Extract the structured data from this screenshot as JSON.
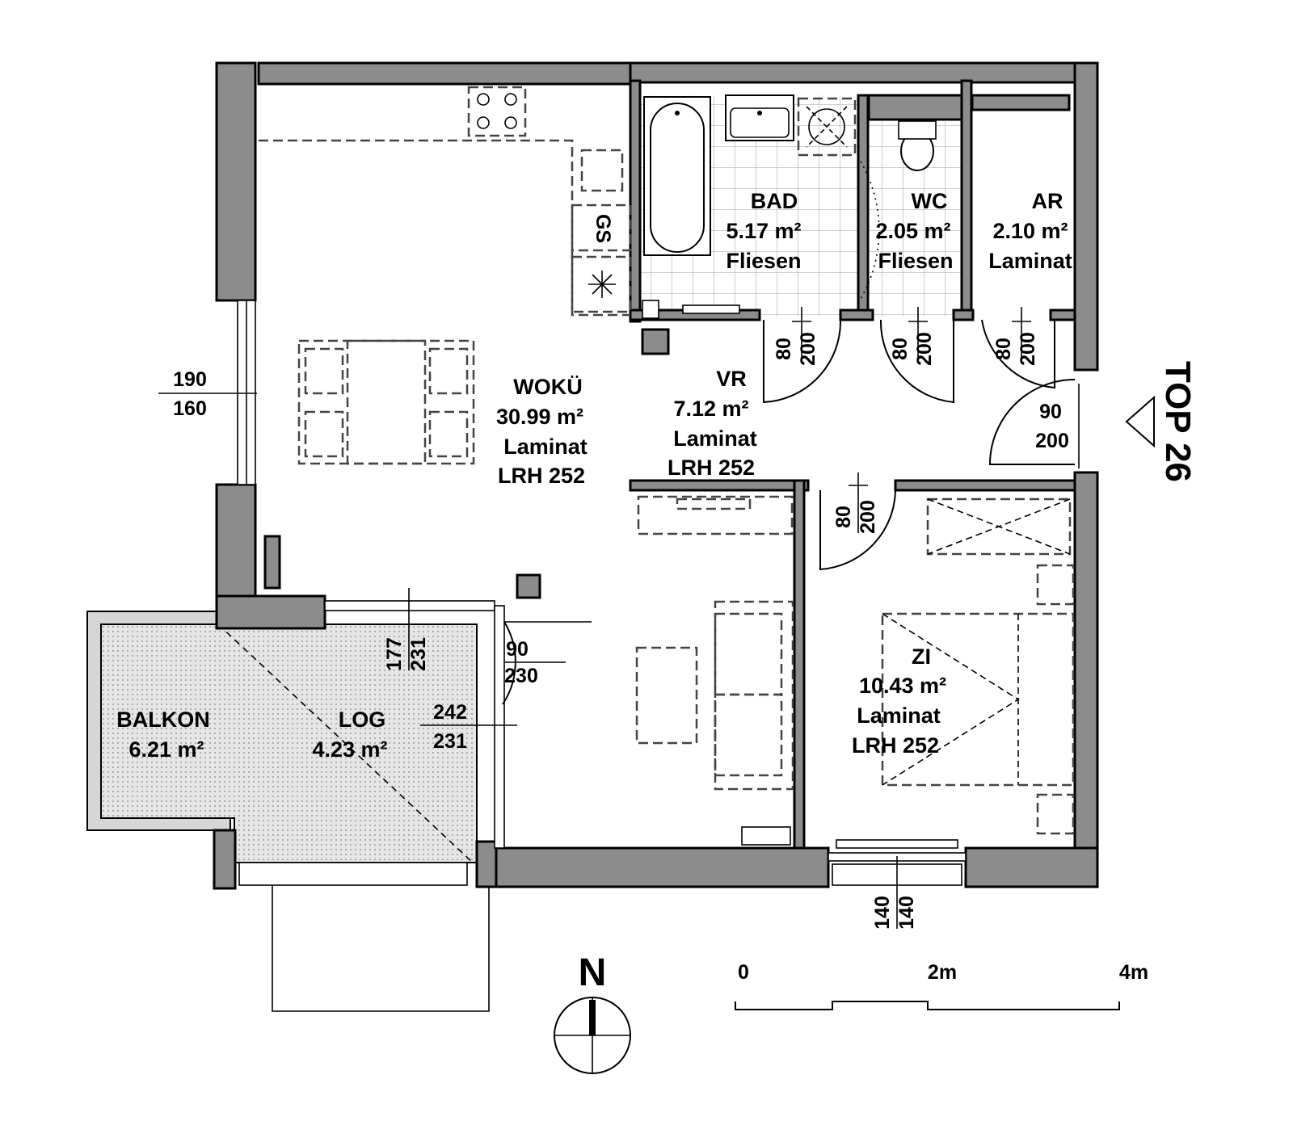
{
  "unit_title": "TOP 26",
  "rooms": {
    "bad": {
      "name": "BAD",
      "area": "5.17  m²",
      "floor": "Fliesen"
    },
    "wc": {
      "name": "WC",
      "area": "2.05  m²",
      "floor": "Fliesen"
    },
    "ar": {
      "name": "AR",
      "area": "2.10  m²",
      "floor": "Laminat"
    },
    "wokue": {
      "name": "WOKÜ",
      "area": "30.99  m²",
      "floor": "Laminat",
      "height": "LRH 252"
    },
    "vr": {
      "name": "VR",
      "area": "7.12  m²",
      "floor": "Laminat",
      "height": "LRH 252"
    },
    "zi": {
      "name": "ZI",
      "area": "10.43  m²",
      "floor": "Laminat",
      "height": "LRH 252"
    },
    "balkon": {
      "name": "BALKON",
      "area": "6.21  m²"
    },
    "log": {
      "name": "LOG",
      "area": "4.23  m²"
    }
  },
  "dimensions": {
    "window_west": {
      "top": "190",
      "bottom": "160"
    },
    "door_bad": {
      "a": "80",
      "b": "200"
    },
    "door_wc": {
      "a": "80",
      "b": "200"
    },
    "door_ar": {
      "a": "80",
      "b": "200"
    },
    "door_entry": {
      "top": "90",
      "bottom": "200"
    },
    "door_zi": {
      "a": "80",
      "b": "200"
    },
    "window_log": {
      "a": "177",
      "b": "231"
    },
    "door_balcony": {
      "top": "90",
      "bottom": "230"
    },
    "log_opening": {
      "top": "242",
      "bottom": "231"
    },
    "window_zi": {
      "a": "140",
      "b": "140"
    }
  },
  "kitchen_label": "GS",
  "north": "N",
  "scale": {
    "labels": [
      "0",
      "2m",
      "4m"
    ]
  }
}
